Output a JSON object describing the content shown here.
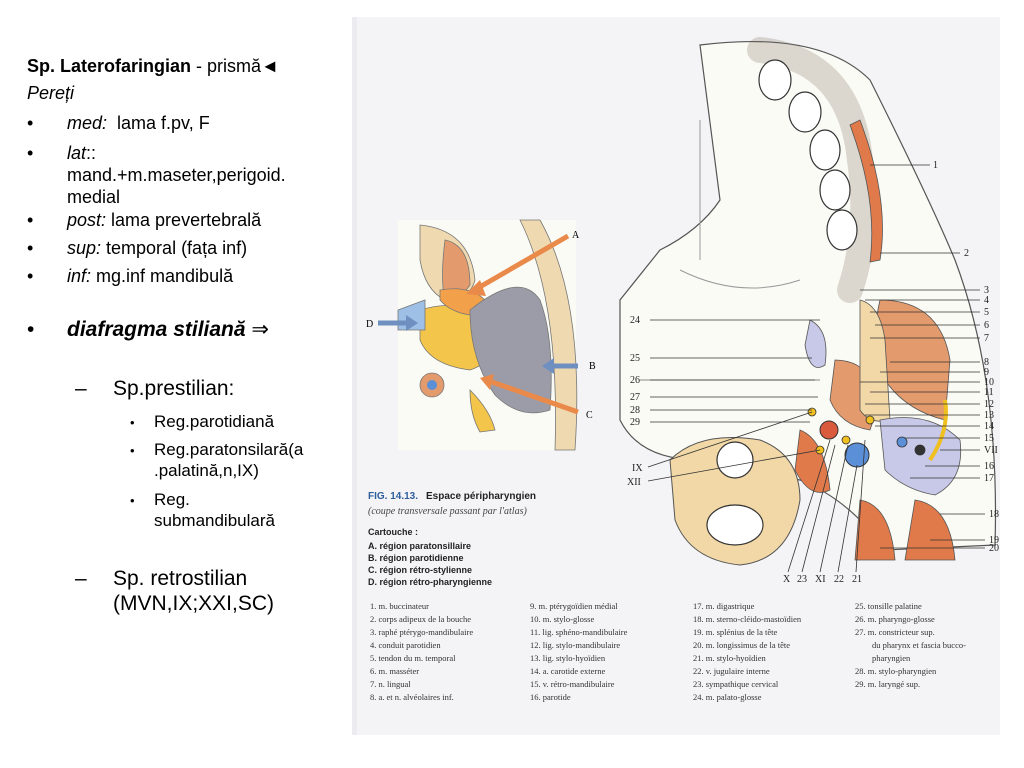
{
  "slide": {
    "title_bold": "Sp. Laterofaringian",
    "title_rest": " - prismă",
    "title_arrow": "◄",
    "walls_label": "Pereți",
    "walls": [
      {
        "term": "med:",
        "text": "  lama f.pv, F"
      },
      {
        "term": "lat",
        "text": ":: ",
        "line2": "mand.+m.maseter,perigoid.",
        "line3": "medial"
      },
      {
        "term": "post:",
        "text": " lama prevertebrală"
      },
      {
        "term": "sup:",
        "text": " temporal (fața inf)"
      },
      {
        "term": "inf:",
        "text": " mg.inf mandibulă"
      }
    ],
    "diaphragm": "diafragma stiliană",
    "diaphragm_arrow": "⇒",
    "prestylian": {
      "label": "Sp.prestilian:",
      "items": [
        "Reg.parotidiană",
        "Reg.paratonsilară(a",
        ".palatină,n,IX)",
        "Reg.",
        "submandibulară"
      ]
    },
    "retrostylian": {
      "line1": "Sp. retrostilian",
      "line2": "(MVN,IX;XXI,SC)"
    },
    "bullet_char": "•",
    "dash_char": "–"
  },
  "figure": {
    "fig_num": "FIG. 14.13.",
    "fig_title": "Espace péripharyngien",
    "fig_subtitle": "(coupe transversale passant par l'atlas)",
    "cartouche_label": "Cartouche :",
    "cartouche": [
      "A. région paratonsillaire",
      "B. région parotidienne",
      "C. région rétro-stylienne",
      "D. région rétro-pharyngienne"
    ],
    "inset_labels": [
      "A",
      "B",
      "C",
      "D"
    ],
    "legend_col1": [
      "1. m. buccinateur",
      "2. corps adipeux de la bouche",
      "3. raphé ptérygo-mandibulaire",
      "4. conduit parotidien",
      "5. tendon du m. temporal",
      "6. m. masséter",
      "7. n. lingual",
      "8. a. et n. alvéolaires inf."
    ],
    "legend_col2": [
      "9. m. ptérygoïdien médial",
      "10. m. stylo-glosse",
      "11. lig. sphéno-mandibulaire",
      "12. lig. stylo-mandibulaire",
      "13. lig. stylo-hyoïdien",
      "14. a. carotide externe",
      "15. v. rétro-mandibulaire",
      "16. parotide"
    ],
    "legend_col3": [
      "17. m. digastrique",
      "18. m. sterno-cléido-mastoïdien",
      "19. m. splénius de la tête",
      "20. m. longissimus de la tête",
      "21. m. stylo-hyoïdien",
      "22. v. jugulaire interne",
      "23. sympathique cervical",
      "24. m. palato-glosse"
    ],
    "legend_col4": [
      "25. tonsille palatine",
      "26. m. pharyngo-glosse",
      "27. m. constricteur sup.",
      "du pharynx et fascia bucco-",
      "pharyngien",
      "28. m. stylo-pharyngien",
      "29. m. laryngé sup."
    ],
    "right_numbers": [
      "1",
      "2",
      "3",
      "4",
      "5",
      "6",
      "7",
      "8",
      "9",
      "10",
      "11",
      "12",
      "13",
      "14",
      "15",
      "VII",
      "16",
      "17",
      "18",
      "19",
      "20"
    ],
    "left_numbers": [
      "24",
      "25",
      "26",
      "27",
      "28",
      "29",
      "IX",
      "XII"
    ],
    "bottom_numbers": [
      "X",
      "23",
      "XI",
      "22",
      "21"
    ]
  }
}
